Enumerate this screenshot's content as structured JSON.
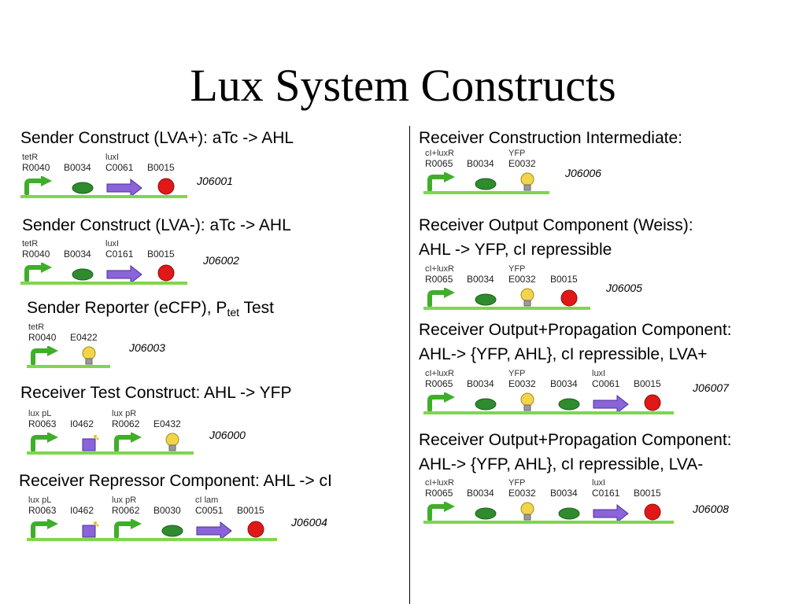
{
  "slide": {
    "title": "Lux System Constructs"
  },
  "left": [
    {
      "heading": "Sender Construct (LVA+): aTc -> AHL",
      "id": "J06001",
      "parts": [
        {
          "top": "tetR",
          "id": "R0040",
          "icon": "promoter-icon"
        },
        {
          "top": "",
          "id": "B0034",
          "icon": "rbs-icon"
        },
        {
          "top": "luxI",
          "id": "C0061",
          "icon": "coding-sequence-icon"
        },
        {
          "top": "",
          "id": "B0015",
          "icon": "terminator-icon"
        }
      ]
    },
    {
      "heading": "Sender Construct (LVA-): aTc -> AHL",
      "id": "J06002",
      "parts": [
        {
          "top": "tetR",
          "id": "R0040",
          "icon": "promoter-icon"
        },
        {
          "top": "",
          "id": "B0034",
          "icon": "rbs-icon"
        },
        {
          "top": "luxI",
          "id": "C0161",
          "icon": "coding-sequence-icon"
        },
        {
          "top": "",
          "id": "B0015",
          "icon": "terminator-icon"
        }
      ]
    },
    {
      "heading_main": "Sender Reporter (eCFP), P",
      "heading_sub": "tet",
      "heading_tail": " Test",
      "id": "J06003",
      "parts": [
        {
          "top": "tetR",
          "id": "R0040",
          "icon": "promoter-icon"
        },
        {
          "top": "",
          "id": "E0422",
          "icon": "reporter-bulb-icon"
        }
      ]
    },
    {
      "heading": "Receiver Test Construct: AHL -> YFP",
      "id": "J06000",
      "parts": [
        {
          "top": "lux pL",
          "id": "R0063",
          "icon": "promoter-icon"
        },
        {
          "top": "",
          "id": "I0462",
          "icon": "intermediate-box-icon"
        },
        {
          "top": "lux pR",
          "id": "R0062",
          "icon": "promoter-icon"
        },
        {
          "top": "",
          "id": "E0432",
          "icon": "reporter-bulb-icon"
        }
      ]
    },
    {
      "heading": "Receiver Repressor Component: AHL -> cI",
      "id": "J06004",
      "parts": [
        {
          "top": "lux pL",
          "id": "R0063",
          "icon": "promoter-icon"
        },
        {
          "top": "",
          "id": "I0462",
          "icon": "intermediate-box-icon"
        },
        {
          "top": "lux pR",
          "id": "R0062",
          "icon": "promoter-icon"
        },
        {
          "top": "",
          "id": "B0030",
          "icon": "rbs-icon"
        },
        {
          "top": "cI lam",
          "id": "C0051",
          "icon": "coding-sequence-icon"
        },
        {
          "top": "",
          "id": "B0015",
          "icon": "terminator-icon"
        }
      ]
    }
  ],
  "right": [
    {
      "heading": "Receiver Construction Intermediate:",
      "id": "J06006",
      "parts": [
        {
          "top": "cI+luxR",
          "id": "R0065",
          "icon": "promoter-icon"
        },
        {
          "top": "",
          "id": "B0034",
          "icon": "rbs-icon"
        },
        {
          "top": "YFP",
          "id": "E0032",
          "icon": "reporter-bulb-icon"
        }
      ]
    },
    {
      "heading": "Receiver Output Component (Weiss):",
      "heading2": "AHL -> YFP, cI repressible",
      "id": "J06005",
      "parts": [
        {
          "top": "cI+luxR",
          "id": "R0065",
          "icon": "promoter-icon"
        },
        {
          "top": "",
          "id": "B0034",
          "icon": "rbs-icon"
        },
        {
          "top": "YFP",
          "id": "E0032",
          "icon": "reporter-bulb-icon"
        },
        {
          "top": "",
          "id": "B0015",
          "icon": "terminator-icon"
        }
      ]
    },
    {
      "heading": "Receiver Output+Propagation Component:",
      "heading2": "AHL-> {YFP, AHL}, cI repressible, LVA+",
      "id": "J06007",
      "parts": [
        {
          "top": "cI+luxR",
          "id": "R0065",
          "icon": "promoter-icon"
        },
        {
          "top": "",
          "id": "B0034",
          "icon": "rbs-icon"
        },
        {
          "top": "YFP",
          "id": "E0032",
          "icon": "reporter-bulb-icon"
        },
        {
          "top": "",
          "id": "B0034",
          "icon": "rbs-icon"
        },
        {
          "top": "luxI",
          "id": "C0061",
          "icon": "coding-sequence-icon"
        },
        {
          "top": "",
          "id": "B0015",
          "icon": "terminator-icon"
        }
      ]
    },
    {
      "heading": "Receiver Output+Propagation Component:",
      "heading2": "AHL-> {YFP, AHL}, cI repressible, LVA-",
      "id": "J06008",
      "parts": [
        {
          "top": "cI+luxR",
          "id": "R0065",
          "icon": "promoter-icon"
        },
        {
          "top": "",
          "id": "B0034",
          "icon": "rbs-icon"
        },
        {
          "top": "YFP",
          "id": "E0032",
          "icon": "reporter-bulb-icon"
        },
        {
          "top": "",
          "id": "B0034",
          "icon": "rbs-icon"
        },
        {
          "top": "luxI",
          "id": "C0161",
          "icon": "coding-sequence-icon"
        },
        {
          "top": "",
          "id": "B0015",
          "icon": "terminator-icon"
        }
      ]
    }
  ],
  "colors": {
    "backbone": "#7fd64f",
    "promoter": "#3fae2a",
    "rbs": "#2e8b2e",
    "coding": "#8a64d8",
    "terminator": "#e01818",
    "bulb": "#f2d44a",
    "box": "#8a64d8"
  }
}
